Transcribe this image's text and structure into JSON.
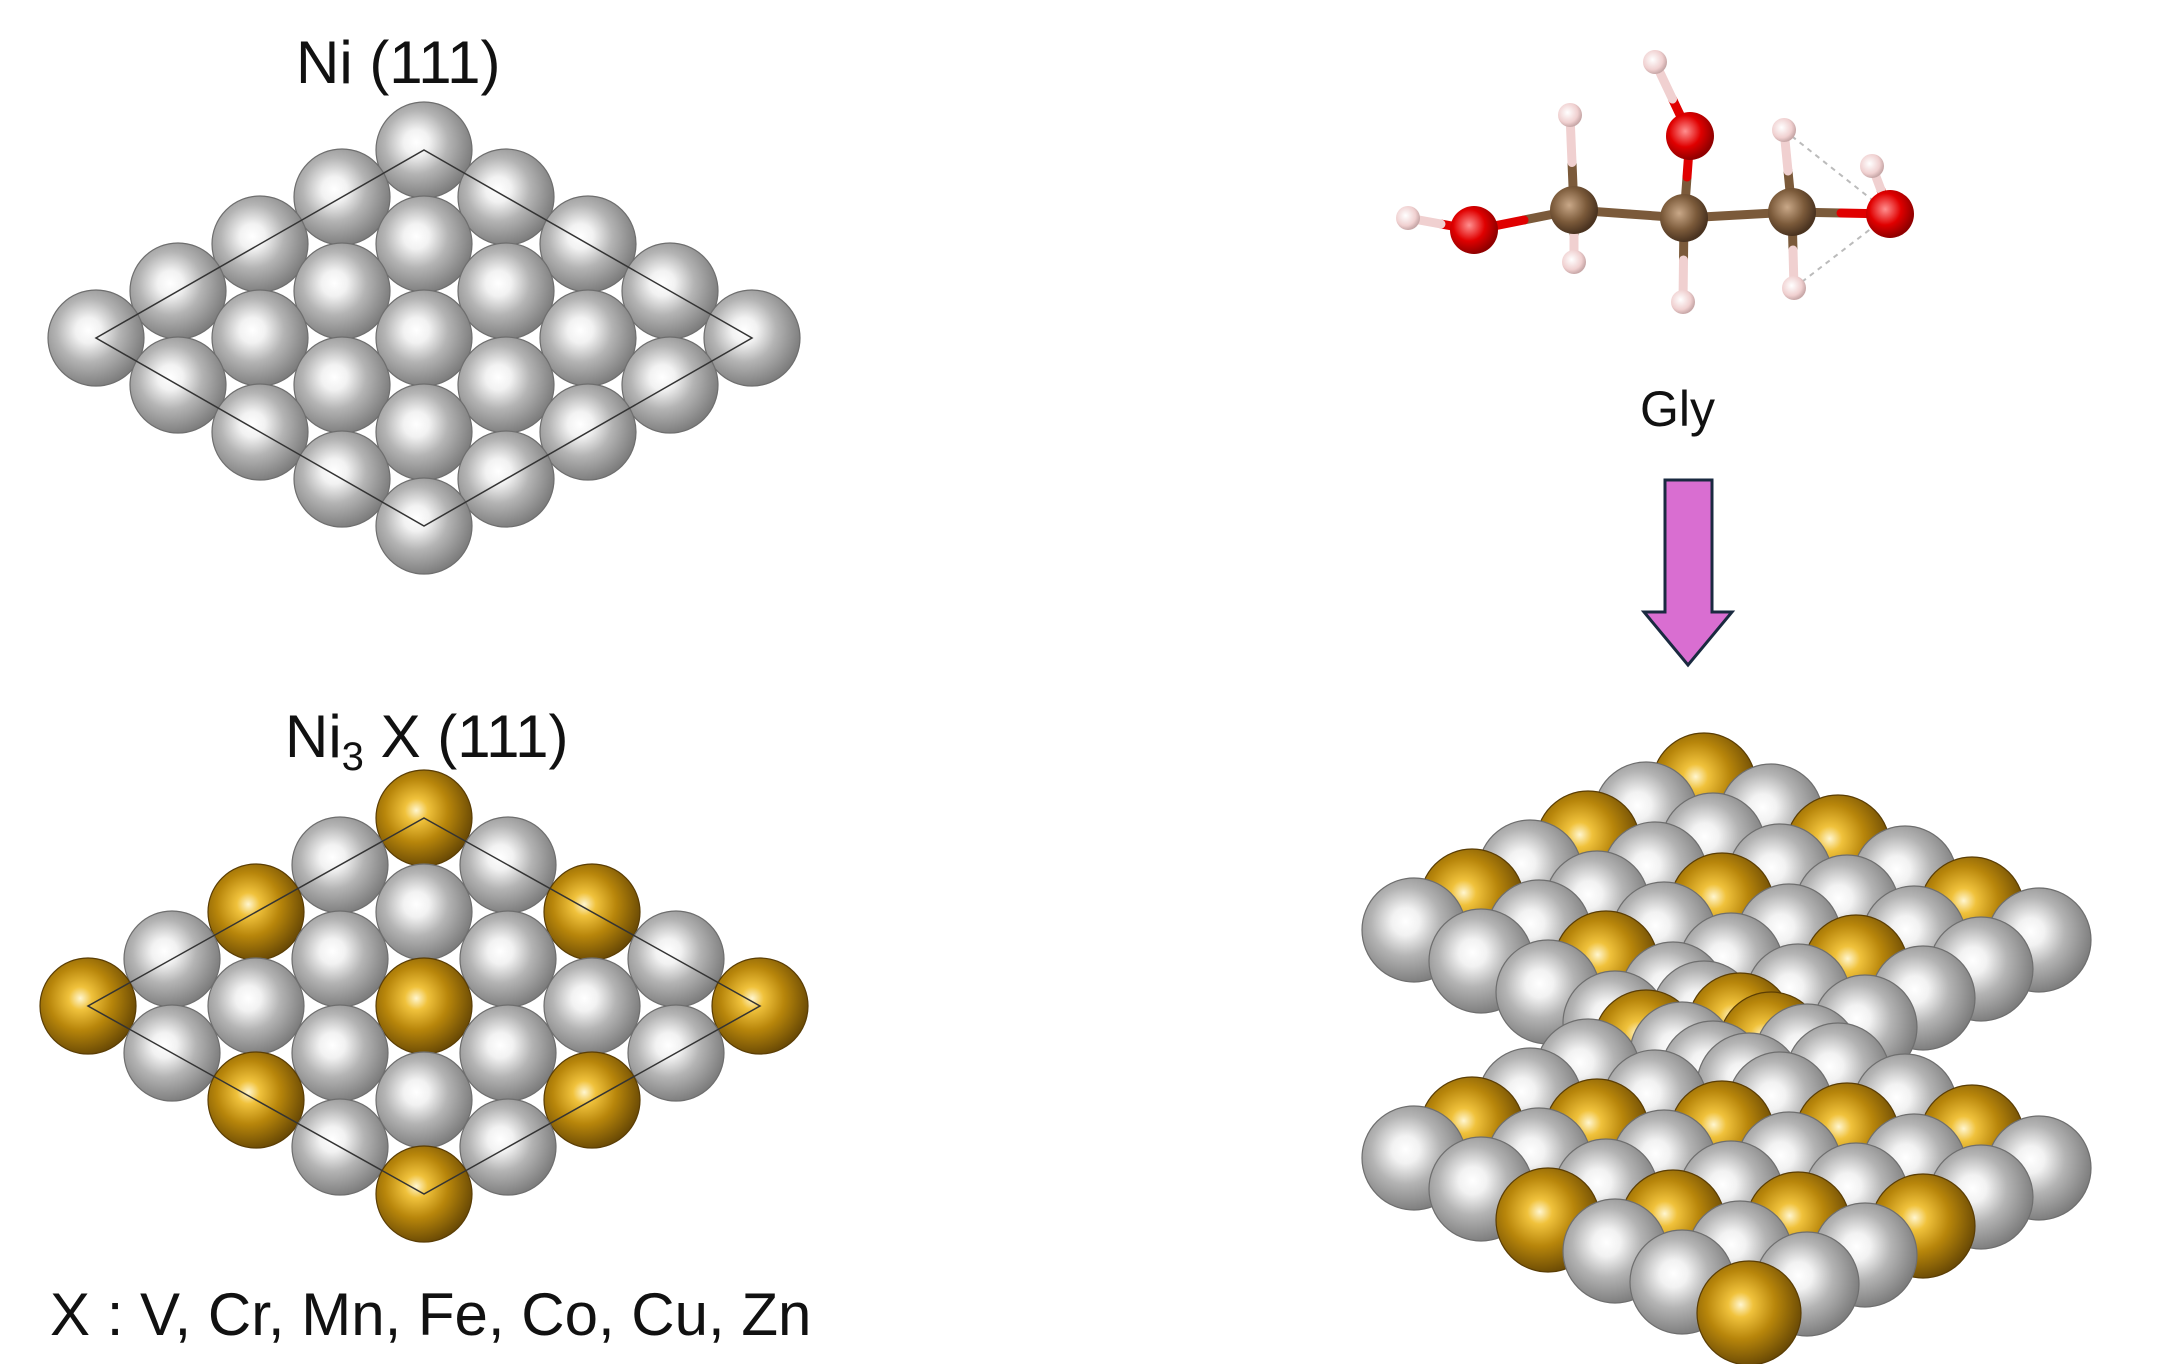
{
  "ni_panel": {
    "title": "Ni (111)"
  },
  "ni3x_panel": {
    "title_prefix": "Ni",
    "title_subscript": "3",
    "title_suffix": " X (111)",
    "dopant_list": "X : V, Cr, Mn, Fe, Co, Cu, Zn"
  },
  "molecule": {
    "name": "Gly"
  },
  "colors": {
    "ni_atom": "#a8a8a8",
    "x_atom": "#b8860b",
    "carbon": "#7b5a3a",
    "oxygen": "#e00000",
    "hydrogen": "#f0d0d0",
    "arrow_fill": "#d96ed1",
    "arrow_stroke": "#1a2a40"
  }
}
